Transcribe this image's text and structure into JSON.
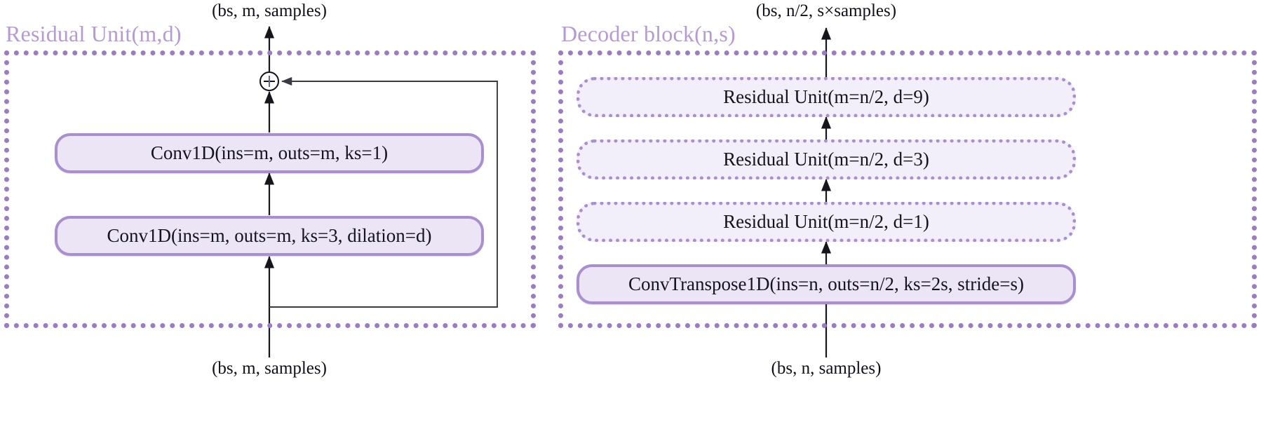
{
  "figure": {
    "background_color": "#ffffff",
    "accent_color": "#9b7bc4",
    "box_fill_color": "#ece5f6",
    "box_border_color": "#a98fd0",
    "title_color": "#b69ad8"
  },
  "panels": [
    {
      "id": "residual-unit",
      "title": "Residual Unit(m,d)",
      "input_shape": "(bs, m, samples)",
      "output_shape": "(bs, m, samples)",
      "blocks": [
        {
          "id": "conv1d-ks1",
          "label": "Conv1D(ins=m, outs=m, ks=1)",
          "style": "solid"
        },
        {
          "id": "conv1d-ks3",
          "label": "Conv1D(ins=m, outs=m, ks=3, dilation=d)",
          "style": "solid"
        }
      ],
      "junction": {
        "id": "add-node",
        "symbol": "+",
        "name": "addition-node"
      }
    },
    {
      "id": "decoder-block",
      "title": "Decoder block(n,s)",
      "input_shape": "(bs, n, samples)",
      "output_shape": "(bs, n/2, s×samples)",
      "blocks": [
        {
          "id": "residual-unit-d9",
          "label": "Residual Unit(m=n/2, d=9)",
          "style": "dotted"
        },
        {
          "id": "residual-unit-d3",
          "label": "Residual Unit(m=n/2, d=3)",
          "style": "dotted"
        },
        {
          "id": "residual-unit-d1",
          "label": "Residual Unit(m=n/2, d=1)",
          "style": "dotted"
        },
        {
          "id": "convtranspose1d",
          "label": "ConvTranspose1D(ins=n, outs=n/2, ks=2s, stride=s)",
          "style": "solid"
        }
      ]
    }
  ]
}
